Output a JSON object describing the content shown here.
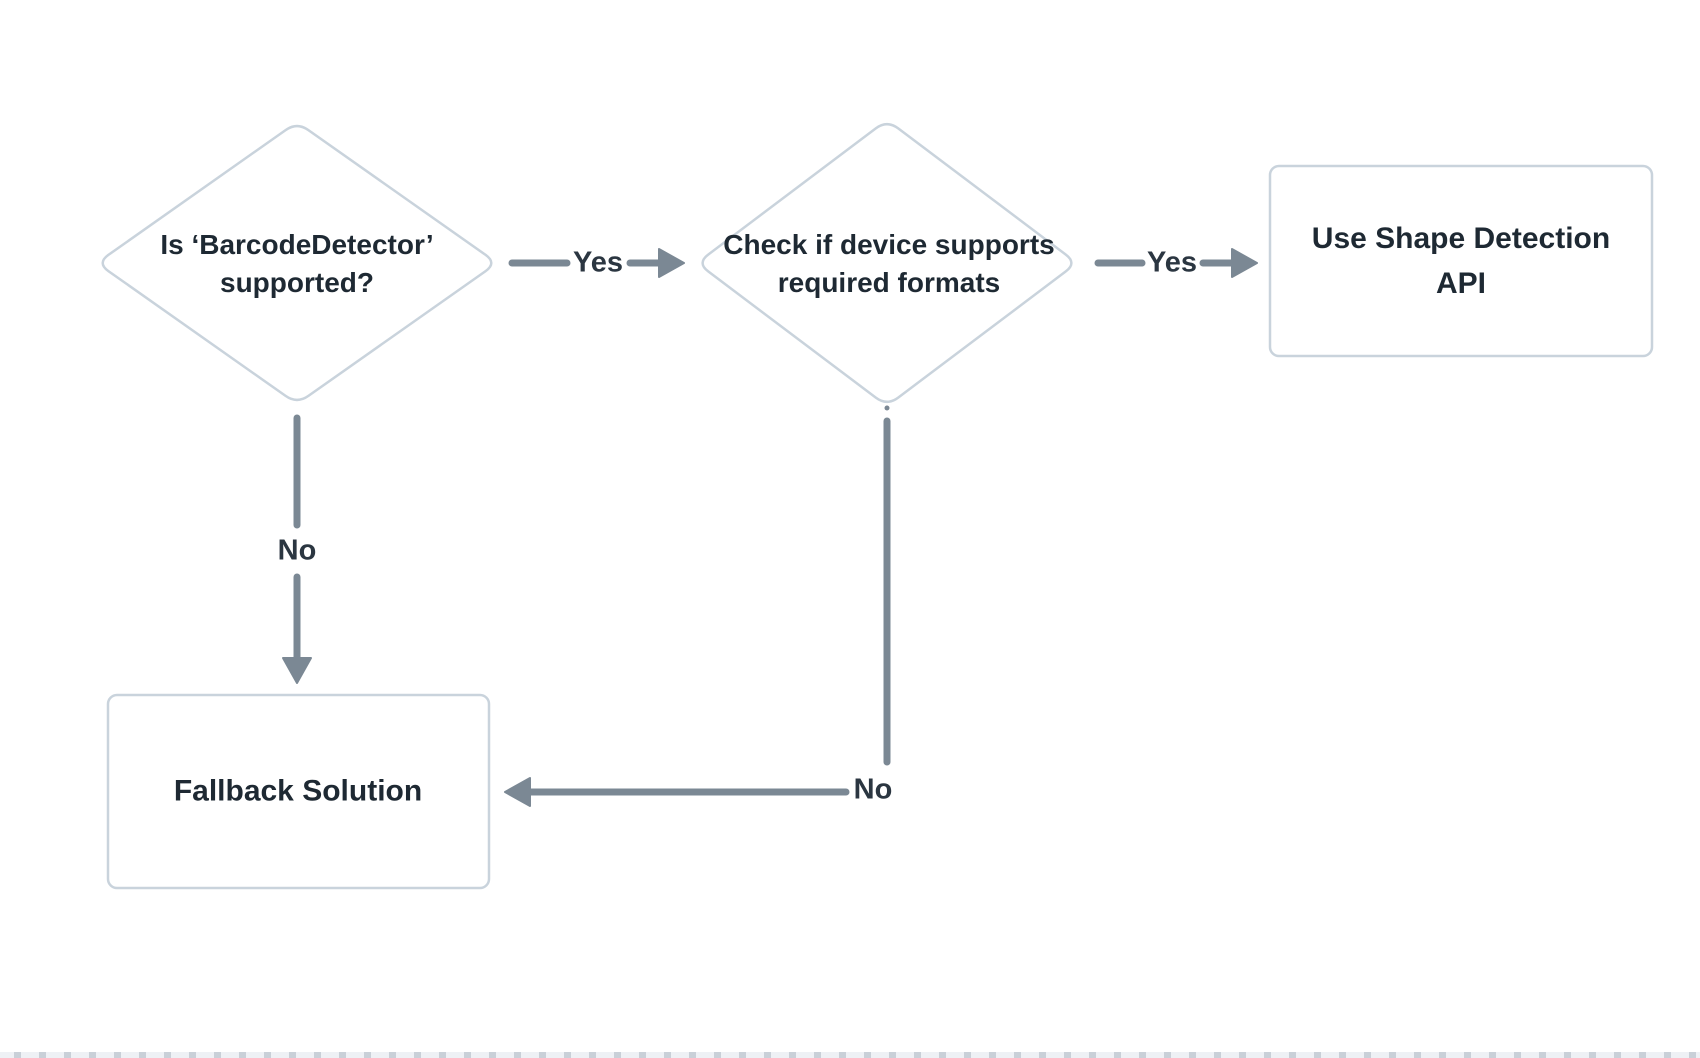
{
  "diagram": {
    "type": "flowchart",
    "nodes": [
      {
        "id": "is-barcodedetector-supported",
        "shape": "decision",
        "label": "Is ‘BarcodeDetector’ supported?"
      },
      {
        "id": "check-device-formats",
        "shape": "decision",
        "label": "Check if device supports required formats"
      },
      {
        "id": "use-shape-detection-api",
        "shape": "process",
        "label": "Use Shape Detection API"
      },
      {
        "id": "fallback-solution",
        "shape": "process",
        "label": "Fallback Solution"
      }
    ],
    "edges": [
      {
        "from": "is-barcodedetector-supported",
        "to": "check-device-formats",
        "label": "Yes"
      },
      {
        "from": "check-device-formats",
        "to": "use-shape-detection-api",
        "label": "Yes"
      },
      {
        "from": "is-barcodedetector-supported",
        "to": "fallback-solution",
        "label": "No"
      },
      {
        "from": "check-device-formats",
        "to": "fallback-solution",
        "label": "No"
      }
    ]
  },
  "colors": {
    "page_bg": "#ffffff",
    "node_fill": "#ffffff",
    "node_border": "#c9d3dc",
    "arrow_color": "#7b8894",
    "node_text": "#1e2933",
    "label_text": "#2b3641",
    "strip_bg": "#eef1f5",
    "strip_dash": "#c9d0d8"
  }
}
